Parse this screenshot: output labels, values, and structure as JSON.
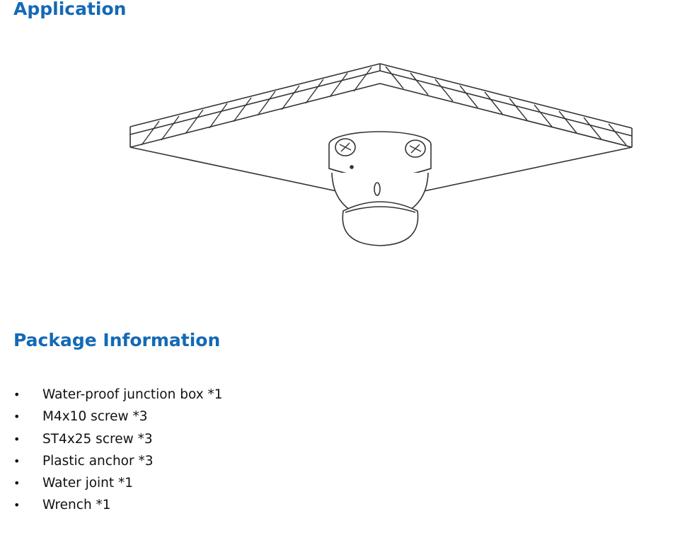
{
  "sections": {
    "application_title": "Application",
    "package_title": "Package Information"
  },
  "illustration": {
    "icon": "ceiling-mounted-dome-camera-illustration"
  },
  "package": {
    "bullet": "•",
    "items": [
      "Water-proof junction box *1",
      "M4x10 screw *3",
      "ST4x25 screw *3",
      "Plastic anchor *3",
      "Water joint *1",
      "Wrench *1"
    ]
  },
  "colors": {
    "heading": "#1469b5",
    "text": "#111111",
    "line": "#333333"
  }
}
